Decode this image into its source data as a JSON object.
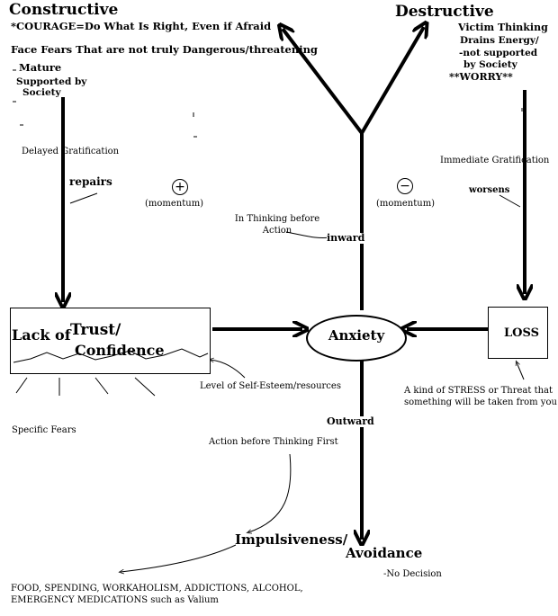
{
  "top_left": {
    "title": "Constructive",
    "courage": "*COURAGE=Do What Is Right, Even if Afraid",
    "face_fears": "Face Fears That are not truly Dangerous/threatening",
    "mature": "Mature",
    "supported_1": "Supported by",
    "supported_2": "Society",
    "delayed": "Delayed Gratification",
    "repairs": "repairs"
  },
  "top_right": {
    "title": "Destructive",
    "victim_thinking": "Victim Thinking",
    "drains": "Drains Energy/",
    "not_supported_1": "-not supported",
    "not_supported_2": "by Society",
    "worry": "**WORRY**",
    "immediate": "Immediate Gratification",
    "worsens": "worsens"
  },
  "center": {
    "plus_symbol": "+",
    "plus_label": "(momentum)",
    "minus_symbol": "−",
    "minus_label": "(momentum)",
    "in_thinking_1": "In Thinking before",
    "in_thinking_2": "Action",
    "inward": "inward"
  },
  "nodes": {
    "lack_of": "Lack of",
    "trust": "Trust/",
    "confidence": "Confidence",
    "anxiety": "Anxiety",
    "loss": "LOSS"
  },
  "annotations": {
    "self_esteem": "Level of Self-Esteem/resources",
    "stress_1": "A kind of STRESS or Threat that",
    "stress_2": "something will be taken from you",
    "specific_fears": "Specific Fears",
    "outward": "Outward",
    "action_before": "Action before Thinking First",
    "impulsiveness": "Impulsiveness/",
    "avoidance": "Avoidance",
    "no_decision": "-No Decision",
    "food_1": "FOOD, SPENDING, WORKAHOLISM, ADDICTIONS, ALCOHOL,",
    "food_2": "EMERGENCY MEDICATIONS such as Valium"
  }
}
